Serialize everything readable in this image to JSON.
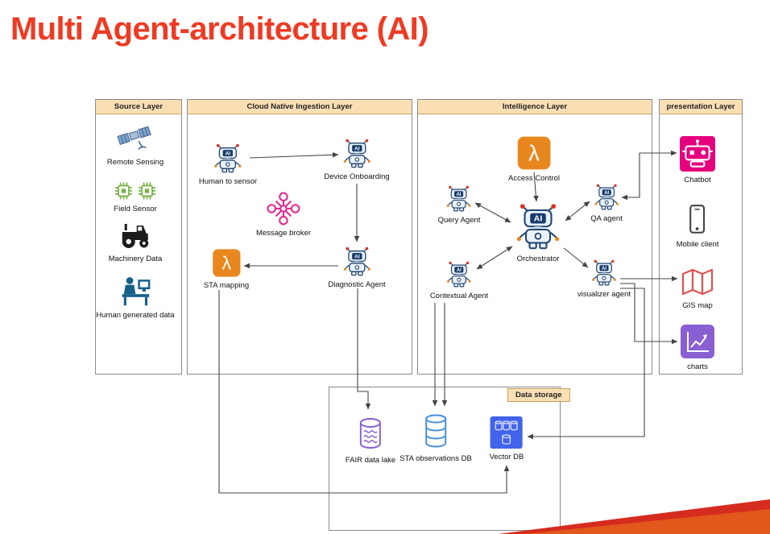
{
  "page": {
    "title": "Multi Agent-architecture (AI)"
  },
  "icons": {
    "ai_badge_text": "AI",
    "lambda_glyph": "λ"
  },
  "layers": {
    "source": {
      "title": "Source Layer",
      "items": [
        {
          "label": "Remote Sensing",
          "icon": "satellite-icon"
        },
        {
          "label": "Field Sensor",
          "icon": "sensor-chip-icon"
        },
        {
          "label": "Machinery Data",
          "icon": "tractor-icon"
        },
        {
          "label": "Human generated data",
          "icon": "human-desk-icon"
        }
      ]
    },
    "ingestion": {
      "title": "Cloud Native Ingestion Layer",
      "items": [
        {
          "label": "Human to sensor",
          "icon": "robot-agent-icon"
        },
        {
          "label": "Device Onboarding",
          "icon": "robot-agent-icon"
        },
        {
          "label": "Message broker",
          "icon": "network-broker-icon"
        },
        {
          "label": "STA mapping",
          "icon": "lambda-icon"
        },
        {
          "label": "Diagnostic Agent",
          "icon": "robot-agent-icon"
        }
      ]
    },
    "intelligence": {
      "title": "Intelligence Layer",
      "items": [
        {
          "label": "Access Control",
          "icon": "lambda-icon"
        },
        {
          "label": "Query Agent",
          "icon": "robot-agent-icon"
        },
        {
          "label": "QA agent",
          "icon": "robot-agent-icon"
        },
        {
          "label": "Orchestrator",
          "icon": "robot-agent-icon"
        },
        {
          "label": "Contextual Agent",
          "icon": "robot-agent-icon"
        },
        {
          "label": "visualizer agent",
          "icon": "robot-agent-icon"
        }
      ]
    },
    "presentation": {
      "title": "presentation Layer",
      "items": [
        {
          "label": "Chatbot",
          "icon": "chatbot-icon"
        },
        {
          "label": "Mobile client",
          "icon": "phone-icon"
        },
        {
          "label": "GIS map",
          "icon": "folded-map-icon"
        },
        {
          "label": "charts",
          "icon": "line-chart-icon"
        }
      ]
    },
    "storage": {
      "title": "Data storage",
      "items": [
        {
          "label": "FAIR data lake",
          "icon": "data-lake-cylinder-icon"
        },
        {
          "label": "STA observations DB",
          "icon": "database-cylinder-icon"
        },
        {
          "label": "Vector DB",
          "icon": "vector-db-icon"
        }
      ]
    }
  },
  "colors": {
    "title": "#ee3b24",
    "layer_header_bg": "#fbdfb4",
    "layer_header_border": "#c9a162",
    "arrow": "#444444",
    "lambda_orange": "#e8871e",
    "robot_badge_blue": "#163a6b",
    "broker_pink": "#e32d91",
    "chatbot_pink": "#e6007e",
    "gis_red": "#e05252",
    "charts_purple": "#8a5fd3",
    "datalake_purple": "#8a63d2",
    "stadb_blue": "#4a90d9",
    "vectordb_blue": "#4263eb",
    "footer_orange": "#e2571c",
    "footer_red": "#d62b1f"
  }
}
